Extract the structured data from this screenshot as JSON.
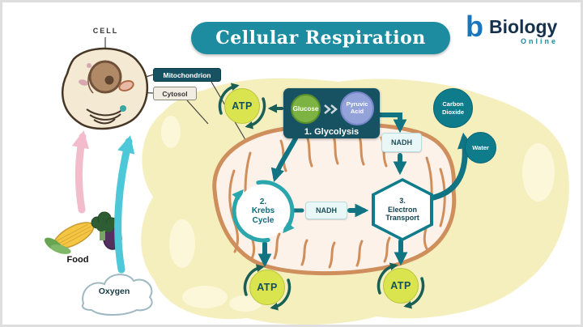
{
  "header": {
    "title": "Cellular Respiration",
    "logo": {
      "mark": "b",
      "brand": "Biology",
      "subtitle": "Online"
    }
  },
  "cell": {
    "label": "CELL",
    "mitochondrion_callout": "Mitochondrion",
    "cytosol_callout": "Cytosol"
  },
  "stages": {
    "glycolysis": {
      "label": "1. Glycolysis",
      "glucose": "Glucose",
      "pyruvic_acid": "Pyruvic\nAcid"
    },
    "krebs": {
      "label": "2.\nKrebs\nCycle"
    },
    "electron_transport": {
      "label": "3.\nElectron\nTransport"
    }
  },
  "molecules": {
    "atp": "ATP",
    "nadh": "NADH",
    "carbon_dioxide": "Carbon\nDioxide",
    "water": "Water"
  },
  "inputs": {
    "food": "Food",
    "oxygen": "Oxygen"
  },
  "colors": {
    "banner_teal": "#1d8ca0",
    "dark_teal_box": "#175263",
    "flow_teal": "#107482",
    "ring_teal": "#2aa7ad",
    "cycle_green": "#1a5f56",
    "atp_green": "#d9e44e",
    "glucose_green": "#7cb342",
    "pyruvic_blue": "#93a2d9",
    "molecule_teal": "#0f7c8c",
    "nadh_bg": "#eaf7f7",
    "blob_yellow": "#f5efbe",
    "mito_outline": "#cf8f5c",
    "pink_arrow": "#f3bccd",
    "cyan_arrow": "#4cc8d8",
    "logo_blue": "#1b75bb",
    "logo_navy": "#15314b"
  }
}
